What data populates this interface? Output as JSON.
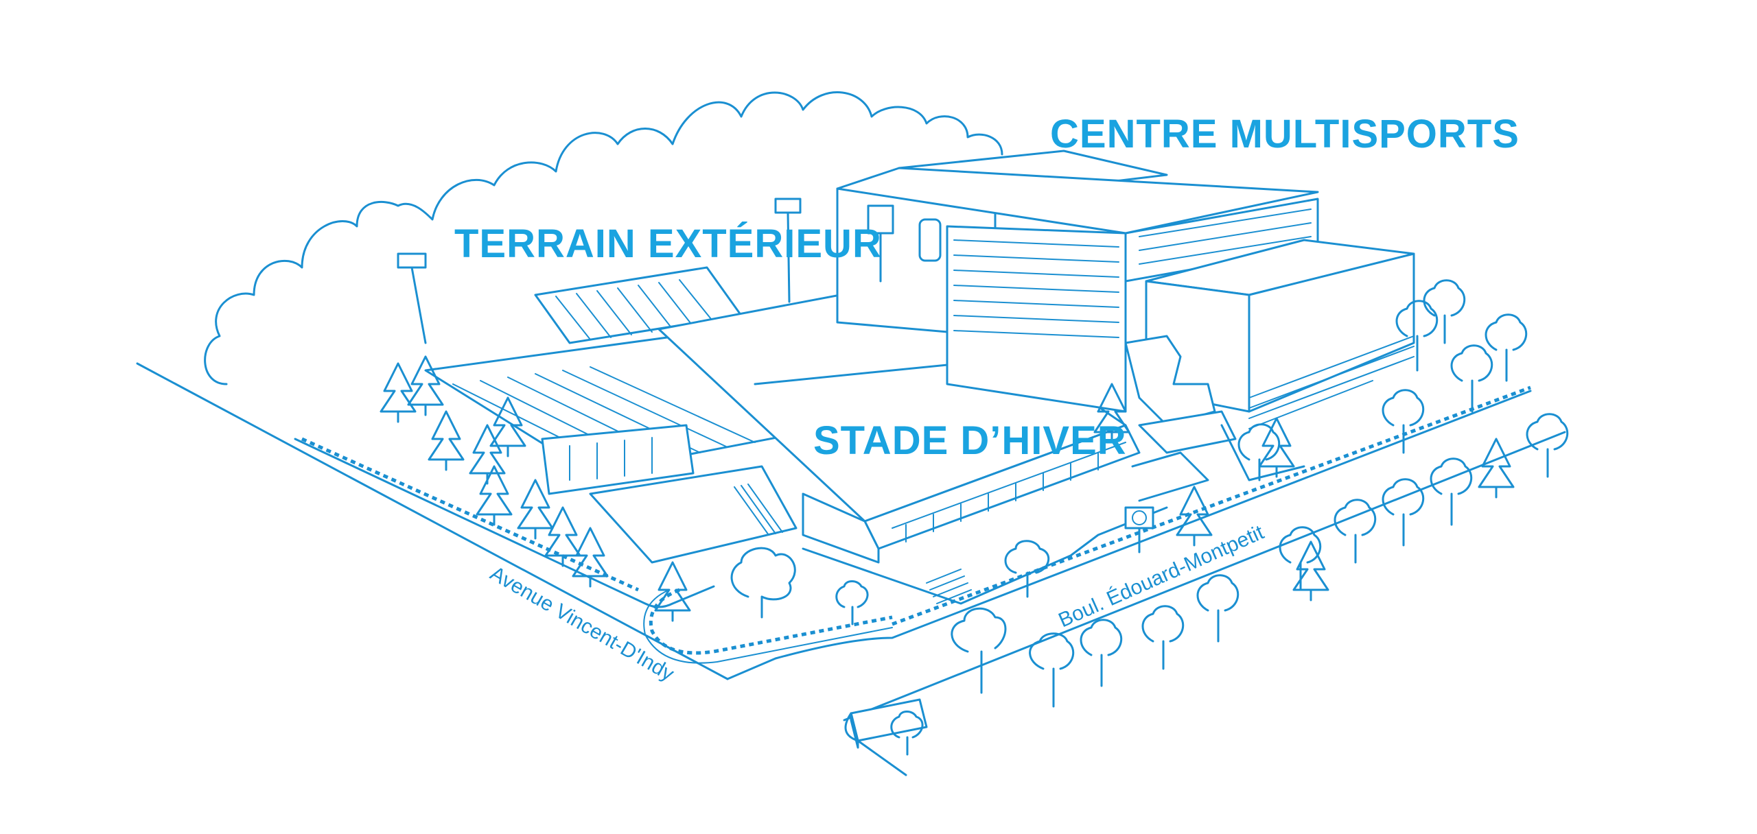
{
  "map": {
    "line_color": "#1a8fd1",
    "label_color": "#1aa3e0",
    "background": "#ffffff",
    "labels": {
      "centre_multisports": "CENTRE MULTISPORTS",
      "terrain_exterieur": "TERRAIN EXTÉRIEUR",
      "stade_hiver": "STADE D’HIVER"
    },
    "streets": {
      "vincent_dindy": "Avenue Vincent-D'Indy",
      "edouard_montpetit": "Boul. Édouard-Montpetit"
    }
  }
}
